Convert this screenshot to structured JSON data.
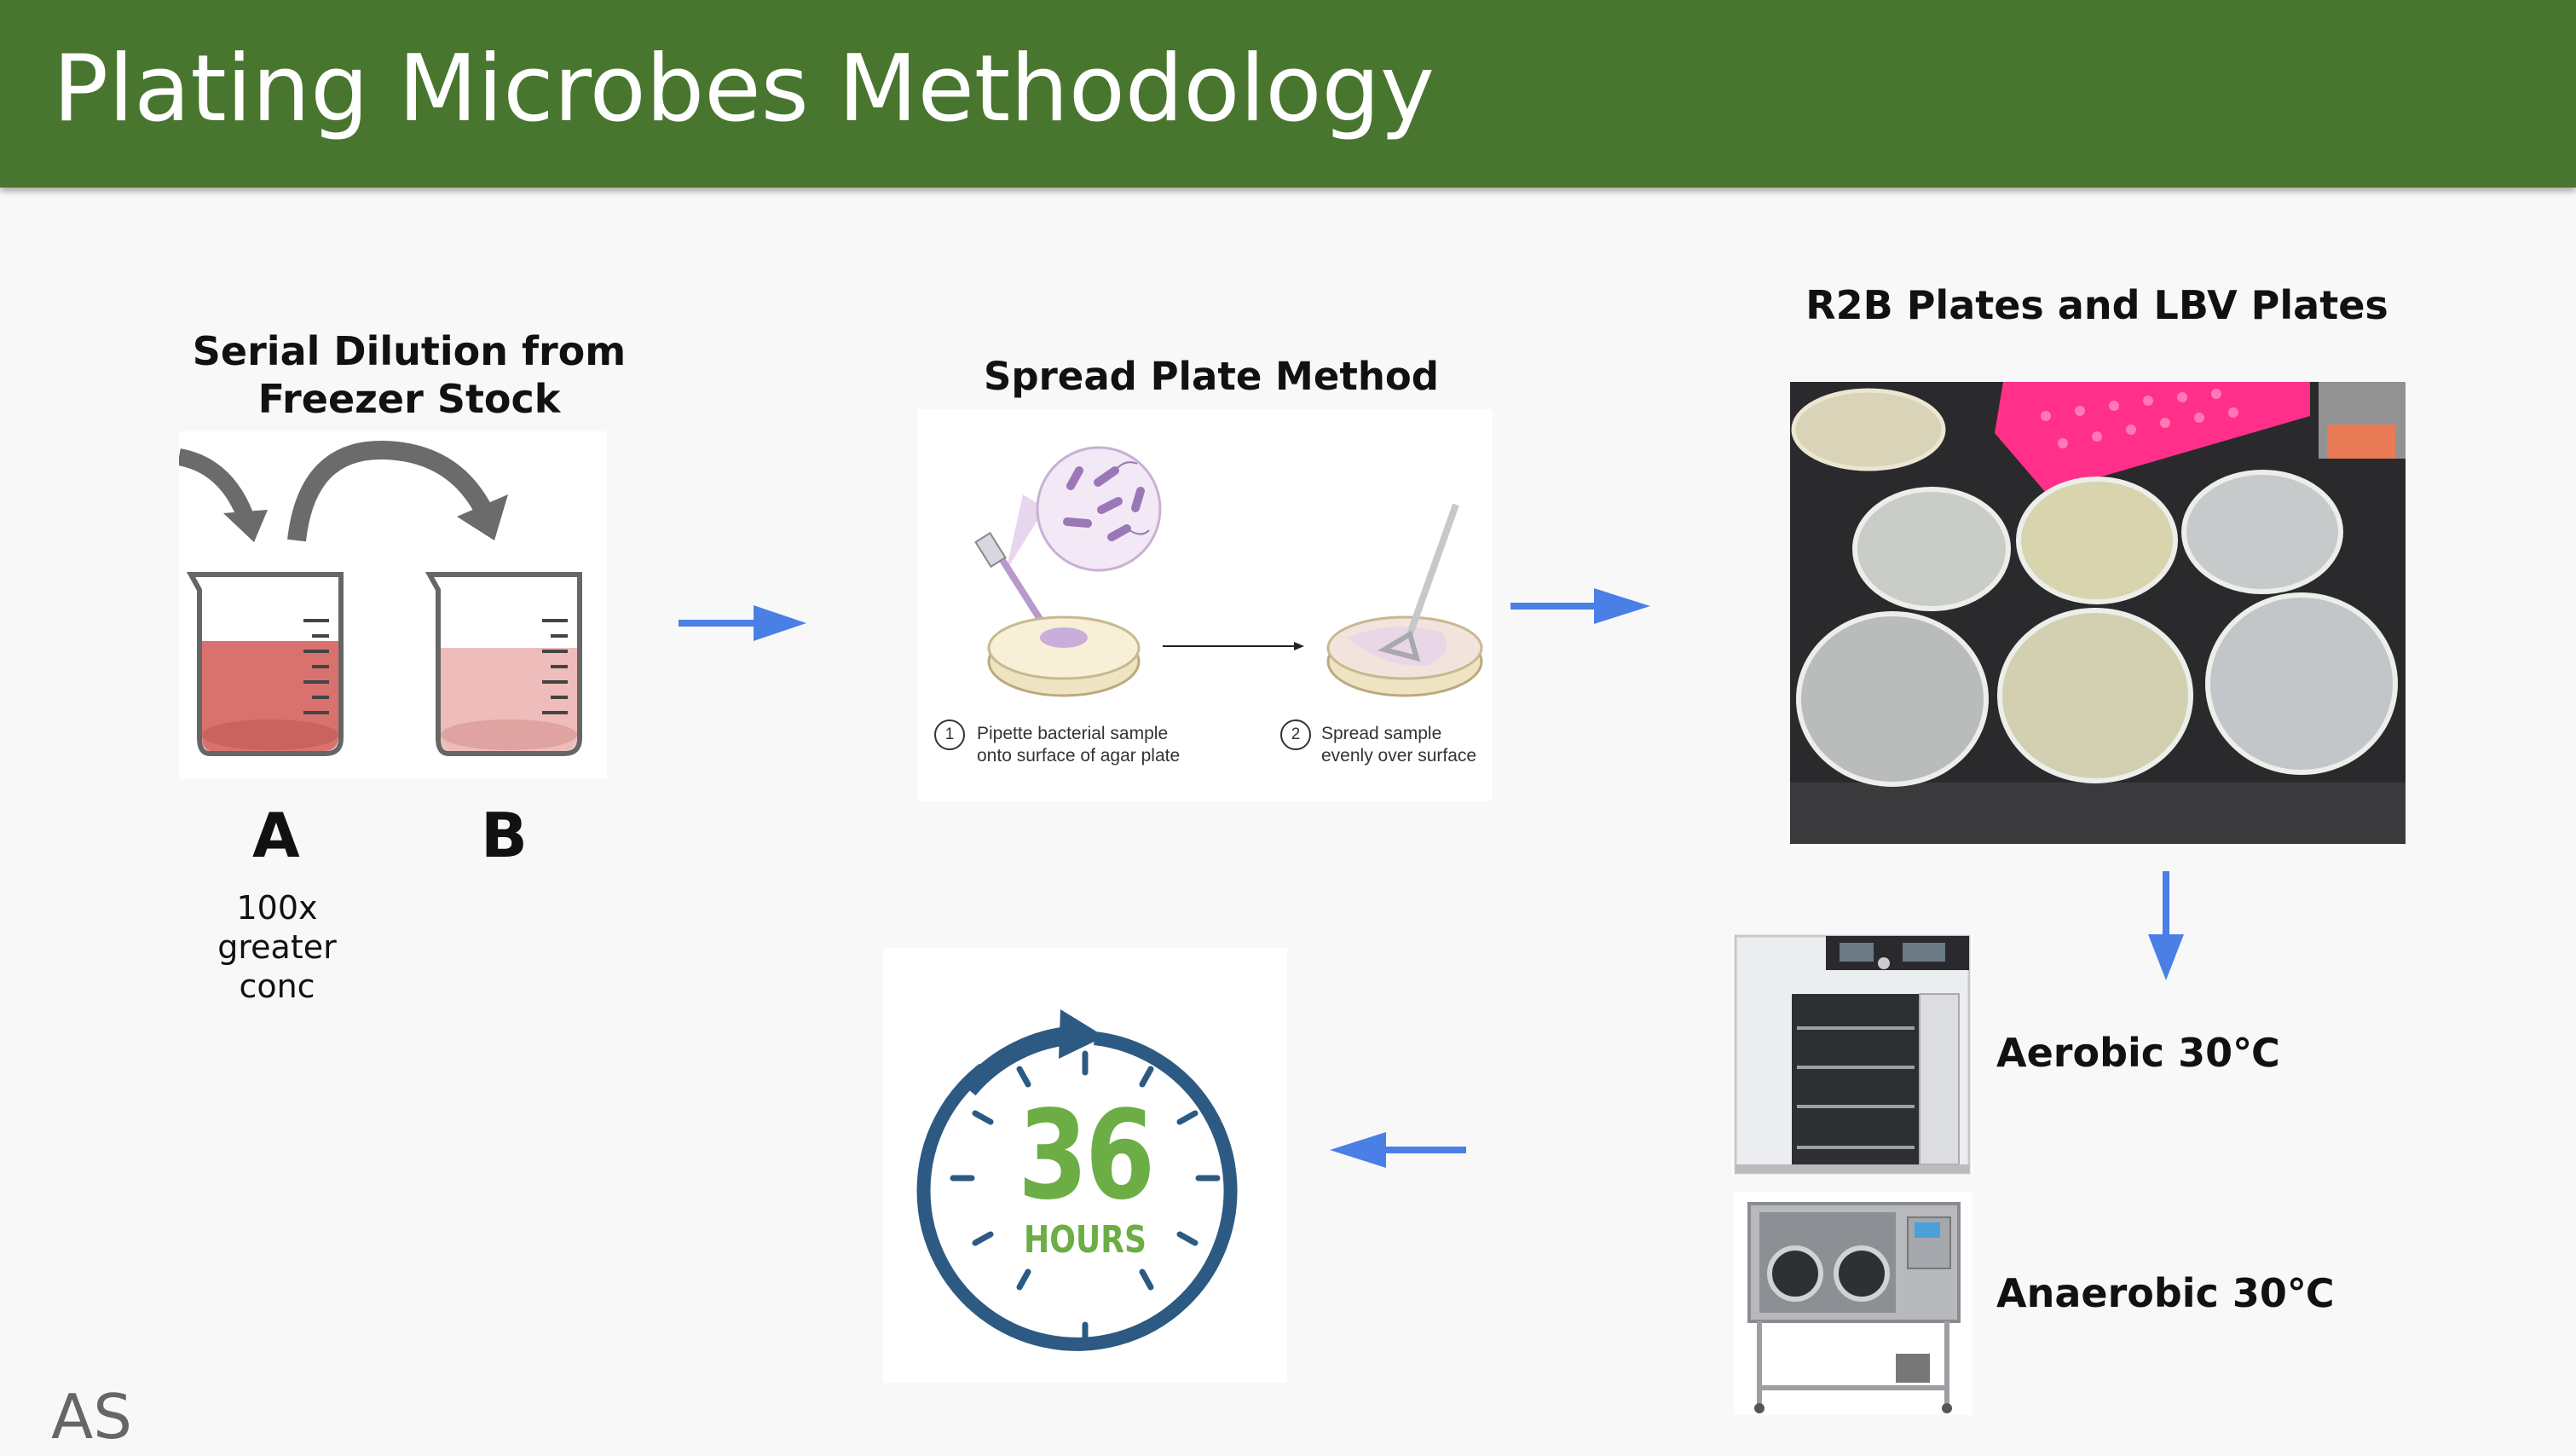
{
  "slide": {
    "title": "Plating Microbes Methodology",
    "footer": "AS"
  },
  "serial_dilution": {
    "title_line1": "Serial Dilution from",
    "title_line2": "Freezer Stock",
    "beaker_a_label": "A",
    "beaker_b_label": "B",
    "note_line1": "100x",
    "note_line2": "greater",
    "note_line3": "conc"
  },
  "spread_plate": {
    "title": "Spread Plate Method",
    "step1_number": "1",
    "step1_line1": "Pipette bacterial sample",
    "step1_line2": "onto surface of agar plate",
    "step2_number": "2",
    "step2_line1": "Spread sample",
    "step2_line2": "evenly over surface"
  },
  "plates": {
    "title": "R2B Plates and LBV Plates"
  },
  "incubation": {
    "aerobic_label": "Aerobic 30℃",
    "anaerobic_label": "Anaerobic 30℃"
  },
  "timer": {
    "number": "36",
    "unit": "HOURS"
  },
  "colors": {
    "header": "#48762e",
    "arrow": "#4a7fe6",
    "timer_ring": "#2d5a82",
    "timer_text": "#6cae45"
  }
}
